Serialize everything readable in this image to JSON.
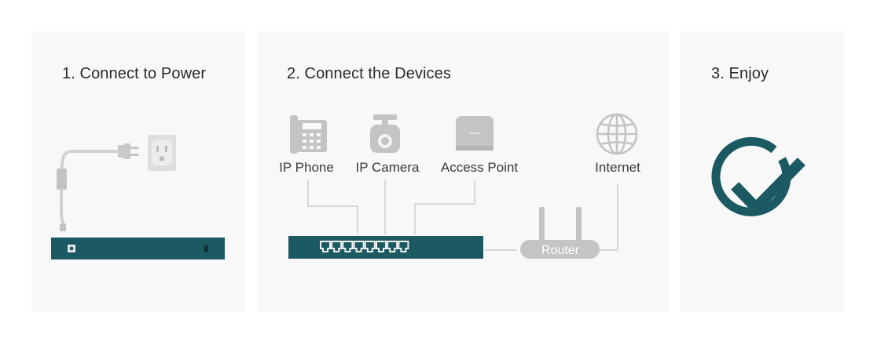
{
  "steps": [
    {
      "title": "1. Connect to Power"
    },
    {
      "title": "2. Connect the Devices"
    },
    {
      "title": "3. Enjoy"
    }
  ],
  "devices": {
    "ip_phone": "IP Phone",
    "ip_camera": "IP Camera",
    "access_point": "Access Point",
    "internet": "Internet",
    "router": "Router"
  },
  "colors": {
    "switch": "#1b5a62",
    "accent": "#1b5a62",
    "panel": "#f8f8f8",
    "device_gray": "#c8c8c8",
    "line_gray": "#d6d6d6"
  },
  "icons": [
    "power-plug-icon",
    "wall-outlet-icon",
    "ip-phone-icon",
    "ip-camera-icon",
    "access-point-icon",
    "globe-icon",
    "router-icon",
    "checkmark-circle-icon"
  ]
}
